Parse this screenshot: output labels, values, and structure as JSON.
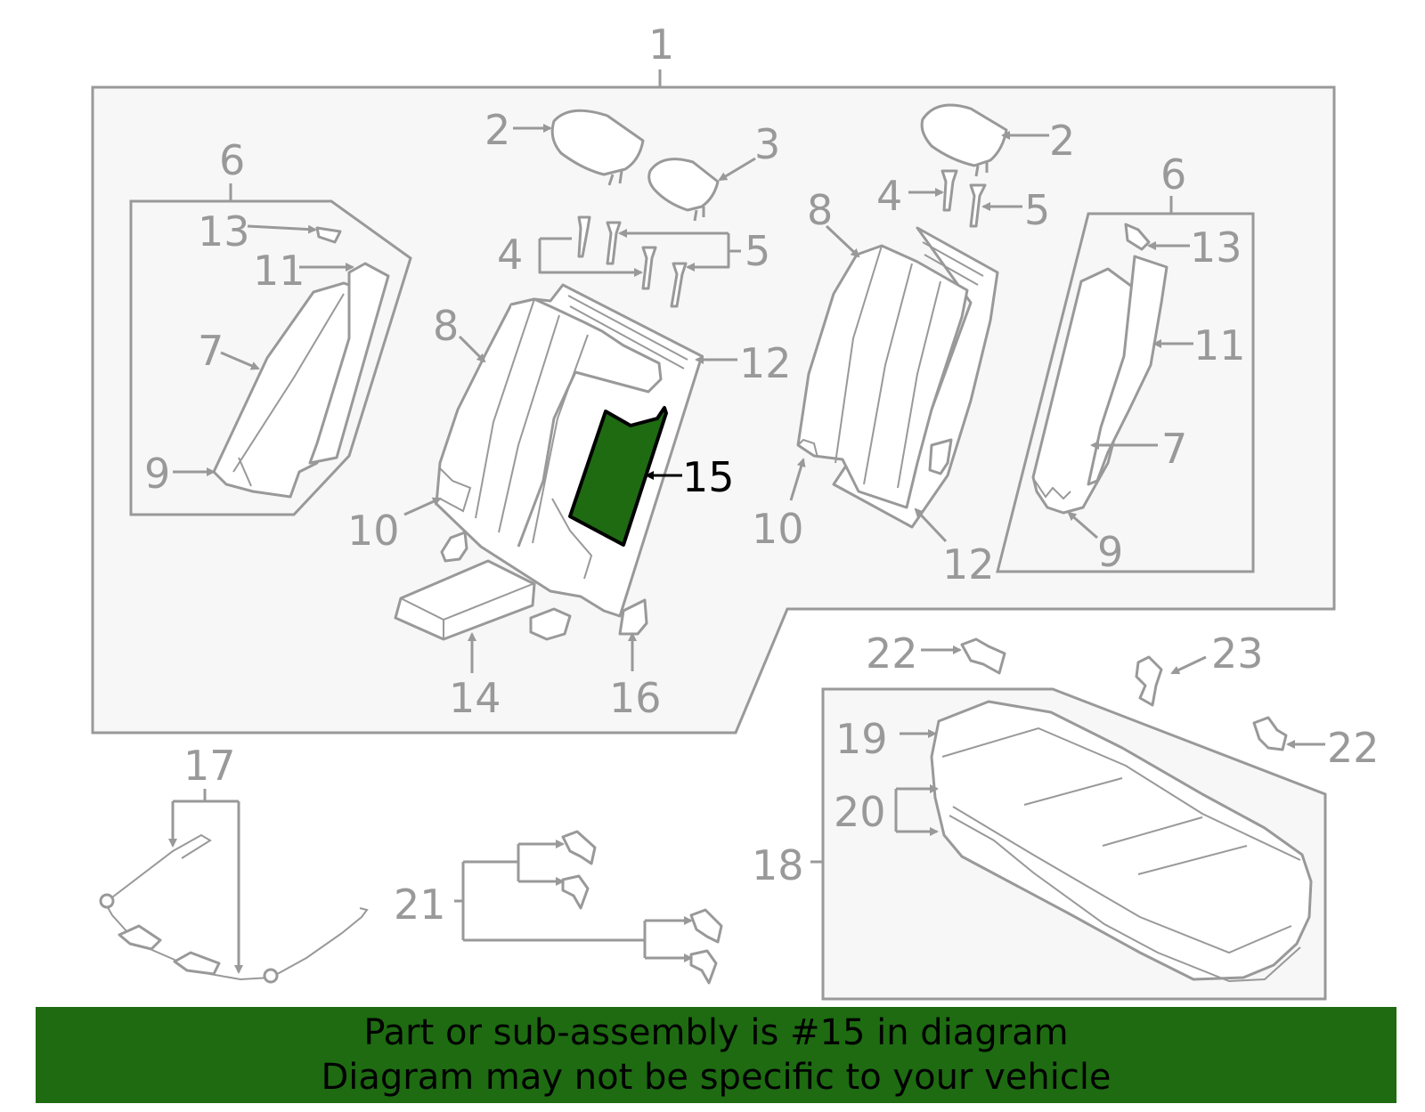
{
  "diagram": {
    "highlight_color": "#1e6b12",
    "callouts": {
      "c1": "1",
      "c2a": "2",
      "c2b": "2",
      "c3": "3",
      "c4a": "4",
      "c4b": "4",
      "c5a": "5",
      "c5b": "5",
      "c6a": "6",
      "c6b": "6",
      "c7a": "7",
      "c7b": "7",
      "c8a": "8",
      "c8b": "8",
      "c9a": "9",
      "c9b": "9",
      "c10a": "10",
      "c10b": "10",
      "c11a": "11",
      "c11b": "11",
      "c12a": "12",
      "c12b": "12",
      "c13a": "13",
      "c13b": "13",
      "c14": "14",
      "c15": "15",
      "c16": "16",
      "c17": "17",
      "c18": "18",
      "c19": "19",
      "c20": "20",
      "c21": "21",
      "c22a": "22",
      "c22b": "22",
      "c23": "23"
    }
  },
  "banner": {
    "line1": "Part or sub-assembly is #15 in diagram",
    "line2": "Diagram may not be specific to your vehicle"
  }
}
